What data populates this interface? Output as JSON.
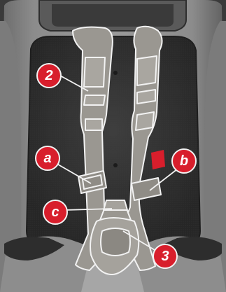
{
  "callouts": {
    "harness_strap": "2",
    "left_buckle_tongue": "a",
    "right_buckle_tongue": "b",
    "chest_clip": "c",
    "crotch_buckle": "3"
  },
  "colors": {
    "background": "#2b2b2b",
    "shell": "#4a4a4a",
    "shell_rim": "#8a8a8a",
    "cushion": "#3a3a3a",
    "strap_fill": "#9a9791",
    "strap_edge": "#f2f2f2",
    "callout_red": "#d81e2c"
  }
}
